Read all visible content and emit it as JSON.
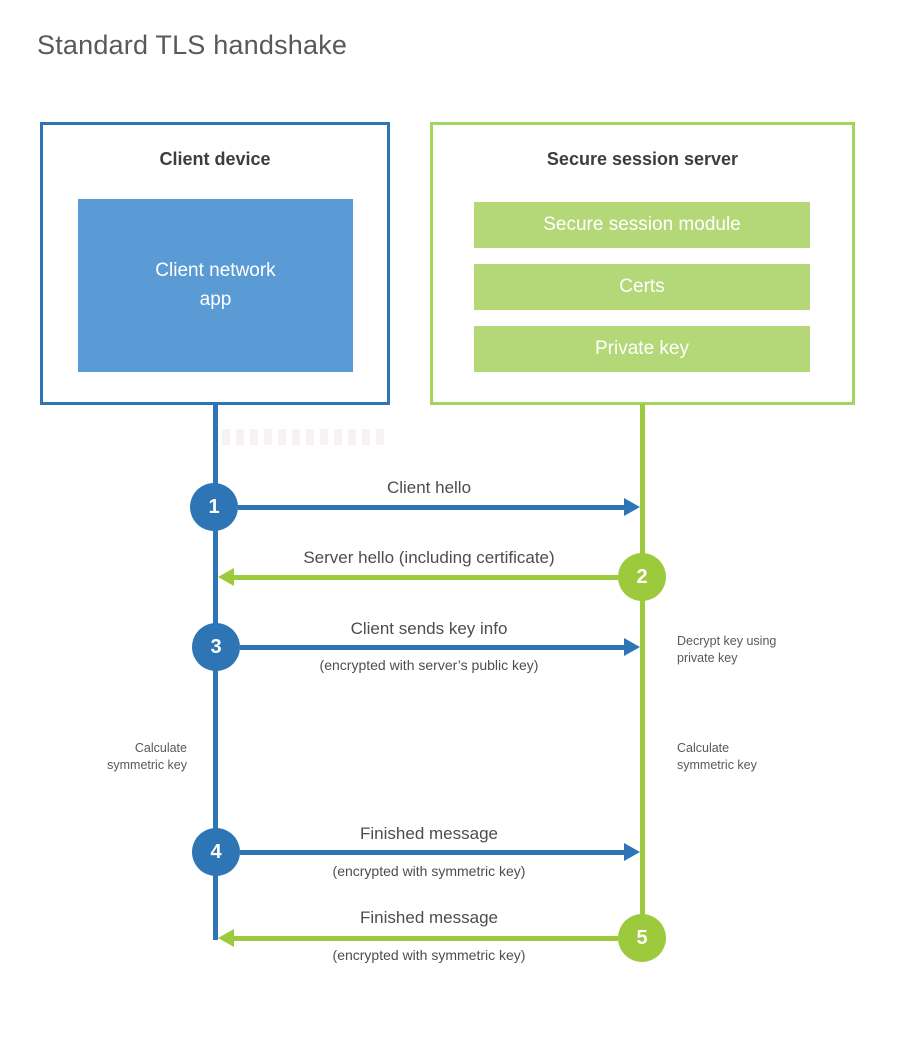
{
  "title": "Standard TLS handshake",
  "colors": {
    "blue": "#2e75b6",
    "blue_fill": "#5b9bd5",
    "green": "#9cca3c",
    "green_border": "#a3d55e",
    "green_fill": "#b4d778"
  },
  "client_box": {
    "title": "Client device",
    "app_label": "Client network\napp"
  },
  "server_box": {
    "title": "Secure session server",
    "modules": [
      "Secure session module",
      "Certs",
      "Private key"
    ]
  },
  "steps": [
    {
      "num": "1",
      "label": "Client hello",
      "direction": "client-to-server",
      "color": "blue"
    },
    {
      "num": "2",
      "label": "Server hello (including certificate)",
      "direction": "server-to-client",
      "color": "green"
    },
    {
      "num": "3",
      "label": "Client sends key info",
      "sub": "(encrypted with server’s public key)",
      "direction": "client-to-server",
      "color": "blue"
    },
    {
      "num": "4",
      "label": "Finished message",
      "sub": "(encrypted with symmetric key)",
      "direction": "client-to-server",
      "color": "blue"
    },
    {
      "num": "5",
      "label": "Finished message",
      "sub": "(encrypted with symmetric key)",
      "direction": "server-to-client",
      "color": "green"
    }
  ],
  "notes": {
    "decrypt": "Decrypt key using\nprivate key",
    "calc_left": "Calculate\nsymmetric key",
    "calc_right": "Calculate\nsymmetric key"
  }
}
